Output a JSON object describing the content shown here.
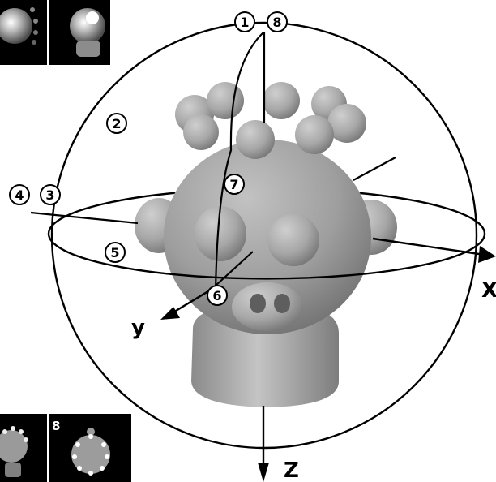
{
  "markers": [
    "1",
    "8",
    "2",
    "4",
    "3",
    "7",
    "5",
    "6"
  ],
  "axes": {
    "x": "X",
    "y": "y",
    "z": "Z"
  },
  "thumbnails": {
    "top_left": "",
    "top_right": "",
    "bottom_left": "",
    "bottom_right_label": "8"
  },
  "colors": {
    "figure": "#a9a9a9",
    "figure_shadow": "#6e6e6e",
    "line": "#000000",
    "thumb_bg": "#000000"
  }
}
